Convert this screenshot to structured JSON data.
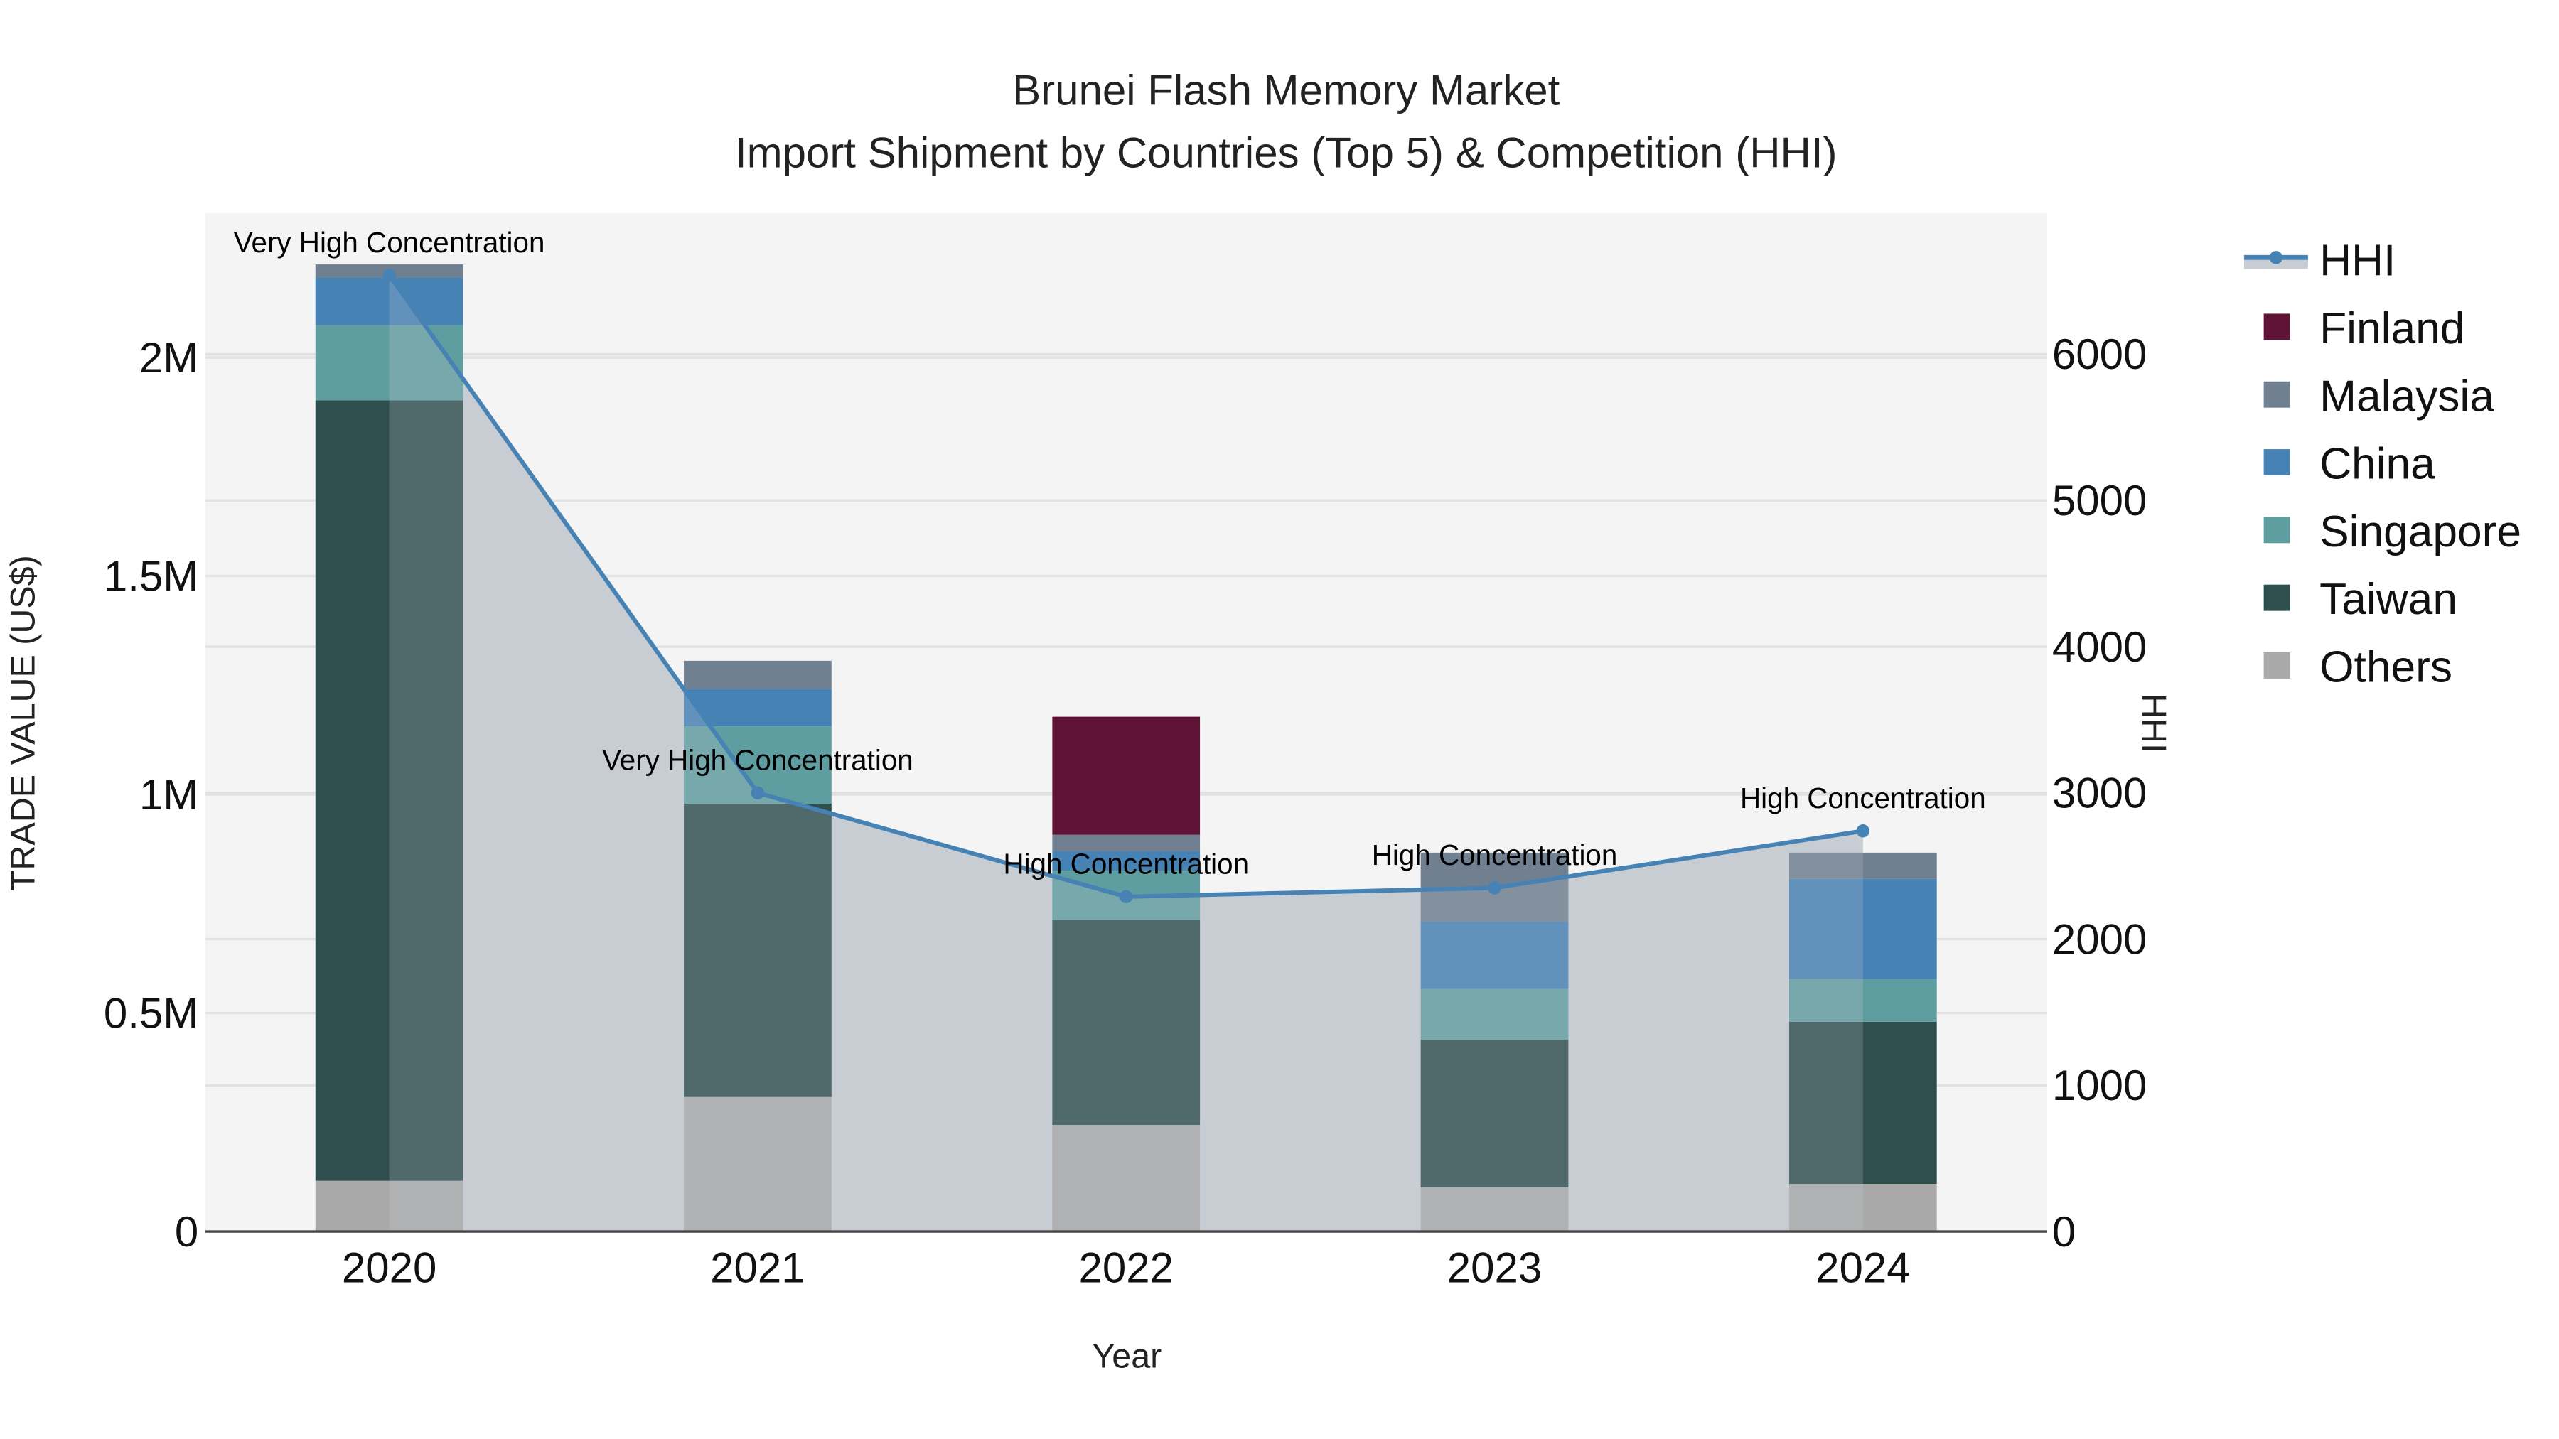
{
  "title": {
    "line1": "Brunei Flash Memory Market",
    "line2": "Import Shipment by Countries (Top 5) & Competition (HHI)"
  },
  "axes": {
    "x_title": "Year",
    "y_left_title": "TRADE VALUE (US$)",
    "y_right_title": "HHI",
    "x_ticks": [
      "2020",
      "2021",
      "2022",
      "2023",
      "2024"
    ],
    "y_left_ticks": [
      "0",
      "0.5M",
      "1M",
      "1.5M",
      "2M"
    ],
    "y_right_ticks": [
      "0",
      "1000",
      "2000",
      "3000",
      "4000",
      "5000",
      "6000"
    ]
  },
  "legend": [
    {
      "name": "HHI",
      "color": "#4682b4",
      "type": "line"
    },
    {
      "name": "Finland",
      "color": "#5f1337",
      "type": "bar"
    },
    {
      "name": "Malaysia",
      "color": "#708090",
      "type": "bar"
    },
    {
      "name": "China",
      "color": "#4682b4",
      "type": "bar"
    },
    {
      "name": "Singapore",
      "color": "#5f9ea0",
      "type": "bar"
    },
    {
      "name": "Taiwan",
      "color": "#2f4f4f",
      "type": "bar"
    },
    {
      "name": "Others",
      "color": "#a9a9a9",
      "type": "bar"
    }
  ],
  "annotations": [
    {
      "year": "2020",
      "text": "Very High Concentration"
    },
    {
      "year": "2021",
      "text": "Very High Concentration"
    },
    {
      "year": "2022",
      "text": "High Concentration"
    },
    {
      "year": "2023",
      "text": "High Concentration"
    },
    {
      "year": "2024",
      "text": "High Concentration"
    }
  ],
  "chart_data": {
    "type": "bar",
    "subtype": "stacked bar with line overlay (secondary axis)",
    "title": "Brunei Flash Memory Market — Import Shipment by Countries (Top 5) & Competition (HHI)",
    "xlabel": "Year",
    "ylabel": "TRADE VALUE (US$)",
    "y2label": "HHI",
    "categories": [
      "2020",
      "2021",
      "2022",
      "2023",
      "2024"
    ],
    "ylim": [
      0,
      2330000
    ],
    "y2lim": [
      0,
      7000
    ],
    "grid": true,
    "legend_position": "right",
    "series": [
      {
        "name": "Others",
        "axis": "left",
        "color": "#a9a9a9",
        "values": [
          116000,
          308000,
          244000,
          101000,
          109000
        ]
      },
      {
        "name": "Taiwan",
        "axis": "left",
        "color": "#2f4f4f",
        "values": [
          1786000,
          671000,
          469000,
          338000,
          371000
        ]
      },
      {
        "name": "Singapore",
        "axis": "left",
        "color": "#5f9ea0",
        "values": [
          172000,
          177000,
          113000,
          116000,
          98000
        ]
      },
      {
        "name": "China",
        "axis": "left",
        "color": "#4682b4",
        "values": [
          109000,
          86000,
          44000,
          154000,
          229000
        ]
      },
      {
        "name": "Malaysia",
        "axis": "left",
        "color": "#708090",
        "values": [
          30000,
          64000,
          38000,
          158000,
          60000
        ]
      },
      {
        "name": "Finland",
        "axis": "left",
        "color": "#5f1337",
        "values": [
          0,
          0,
          270000,
          0,
          0
        ]
      },
      {
        "name": "HHI",
        "axis": "right",
        "type": "line+area",
        "color": "#4682b4",
        "values": [
          6540,
          3000,
          2290,
          2350,
          2740
        ]
      }
    ],
    "annotations": [
      "Very High Concentration",
      "Very High Concentration",
      "High Concentration",
      "High Concentration",
      "High Concentration"
    ]
  }
}
